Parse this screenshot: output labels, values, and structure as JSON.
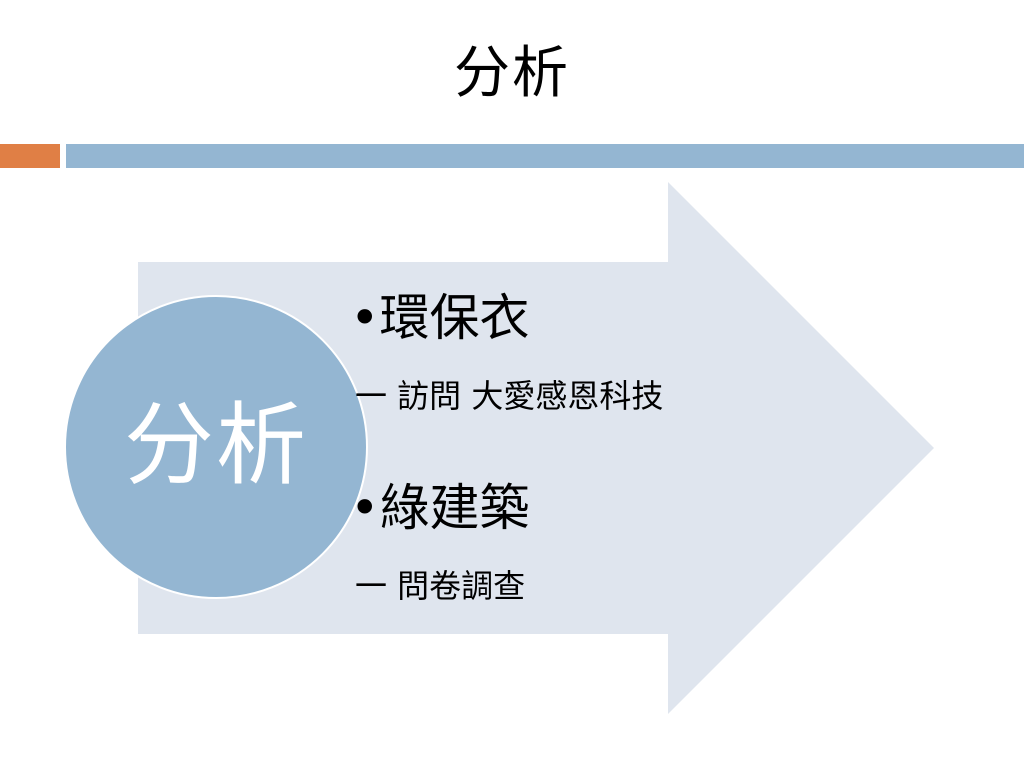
{
  "slide": {
    "title": "分析",
    "circle_label": "分析",
    "items": [
      {
        "main": "•環保衣",
        "sub": "一 訪問 大愛感恩科技"
      },
      {
        "main": "•綠建築",
        "sub": "一 問卷調查"
      }
    ]
  },
  "colors": {
    "accent_orange": "#e07f45",
    "accent_blue": "#94b6d2",
    "arrow_fill": "#dfe5ee",
    "circle_fill": "#94b6d2"
  }
}
